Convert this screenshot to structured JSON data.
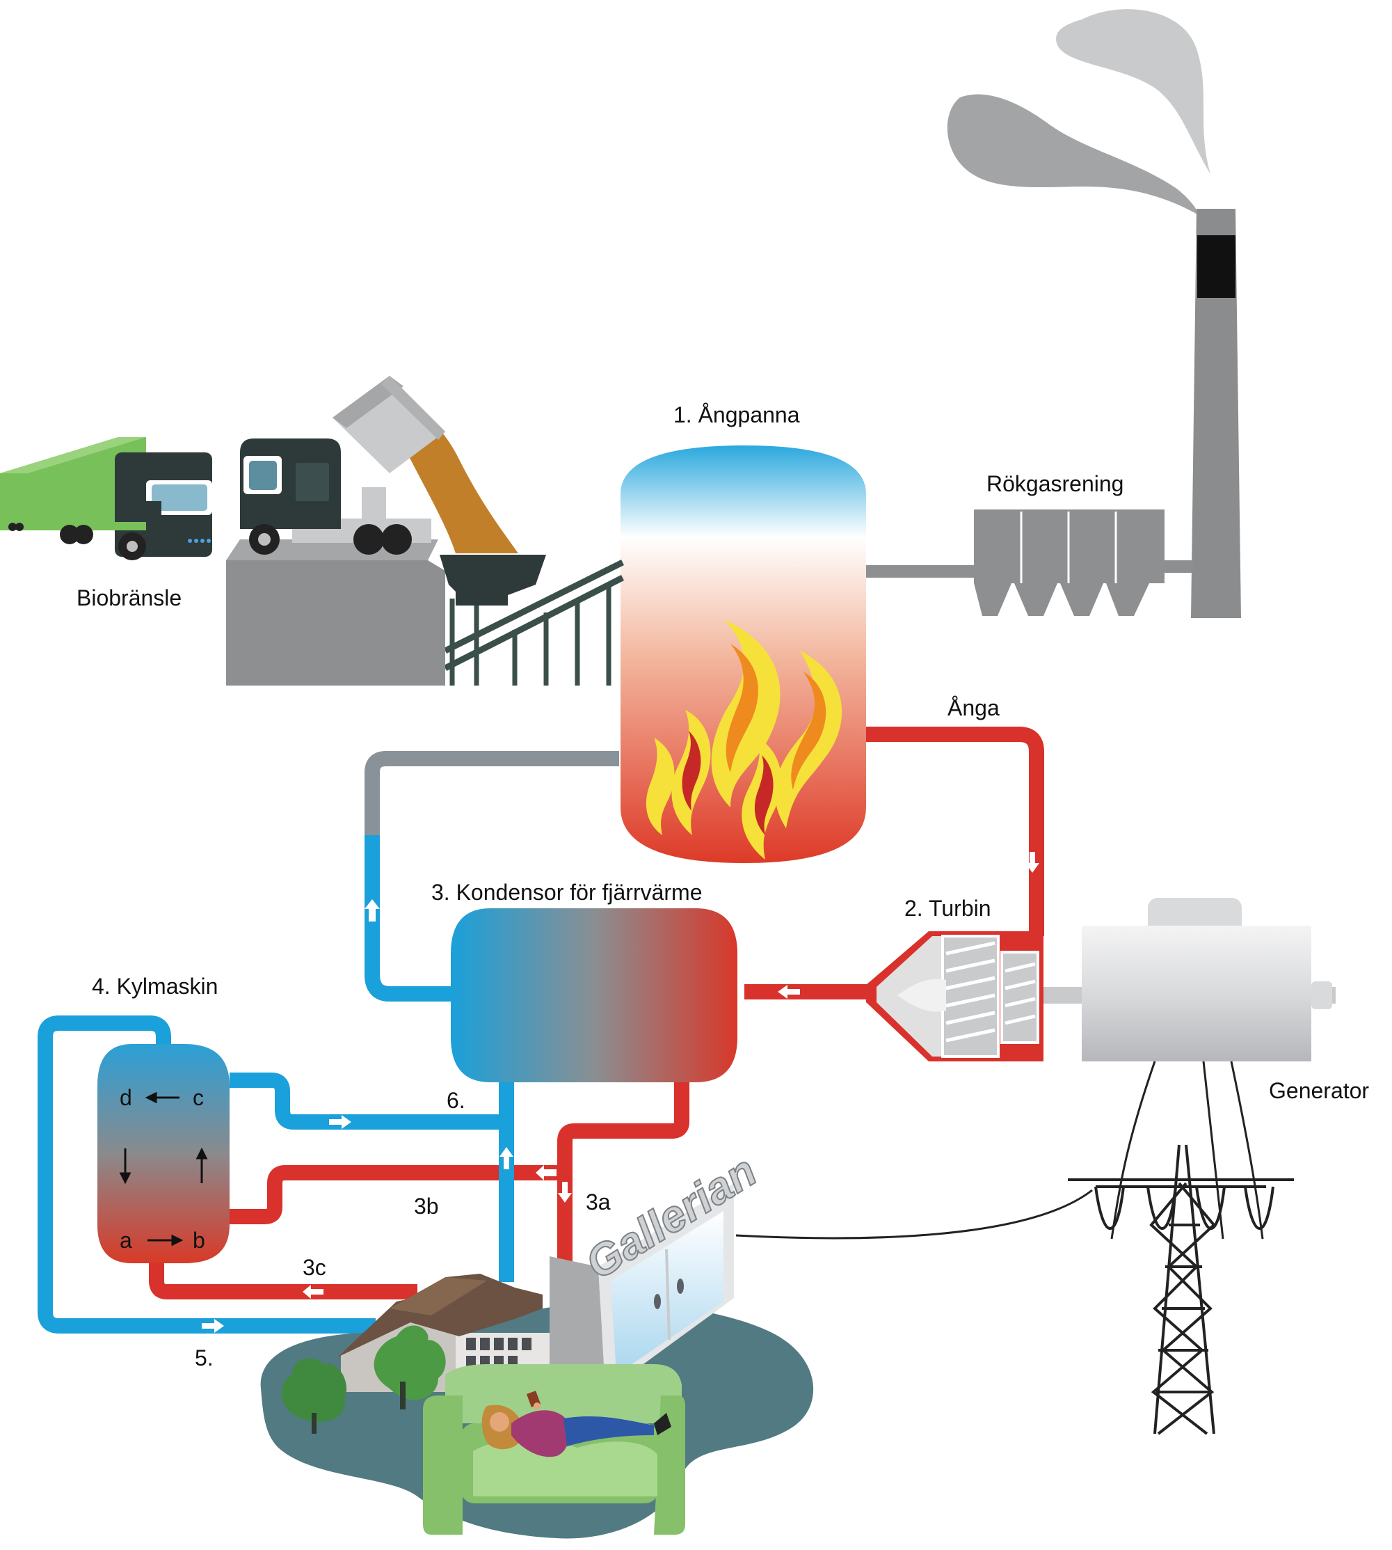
{
  "labels": {
    "biobransle": "Biobränsle",
    "angpanna": "1. Ångpanna",
    "rokgasrening": "Rökgasrening",
    "anga": "Ånga",
    "turbin": "2. Turbin",
    "kondensor": "3. Kondensor för fjärrvärme",
    "kylmaskin": "4. Kylmaskin",
    "generator": "Generator",
    "n6": "6.",
    "n5": "5.",
    "n3a": "3a",
    "n3b": "3b",
    "n3c": "3c",
    "a": "a",
    "b": "b",
    "c": "c",
    "d": "d",
    "sign": "Gallerian"
  },
  "colors": {
    "hot_pipe": "#d9312b",
    "cold_pipe": "#1aa0da",
    "return_pipe": "#8a9299",
    "flame_yellow": "#f6e13a",
    "flame_orange": "#ef8a1f",
    "flame_red": "#c62828",
    "truck_green": "#78c05a",
    "cab_dark": "#2d3a39",
    "concrete": "#8e8f91",
    "ground": "#527a82",
    "sofa": "#86c06a"
  },
  "icons": [
    "truck-icon",
    "dump-truck-icon",
    "boiler-icon",
    "flame-icon",
    "chimney-icon",
    "smoke-icon",
    "flue-gas-cleaning-icon",
    "turbine-icon",
    "generator-icon",
    "pylon-icon",
    "condenser-icon",
    "chiller-icon",
    "house-icon",
    "mall-icon",
    "tree-icon",
    "sofa-icon",
    "person-icon"
  ]
}
